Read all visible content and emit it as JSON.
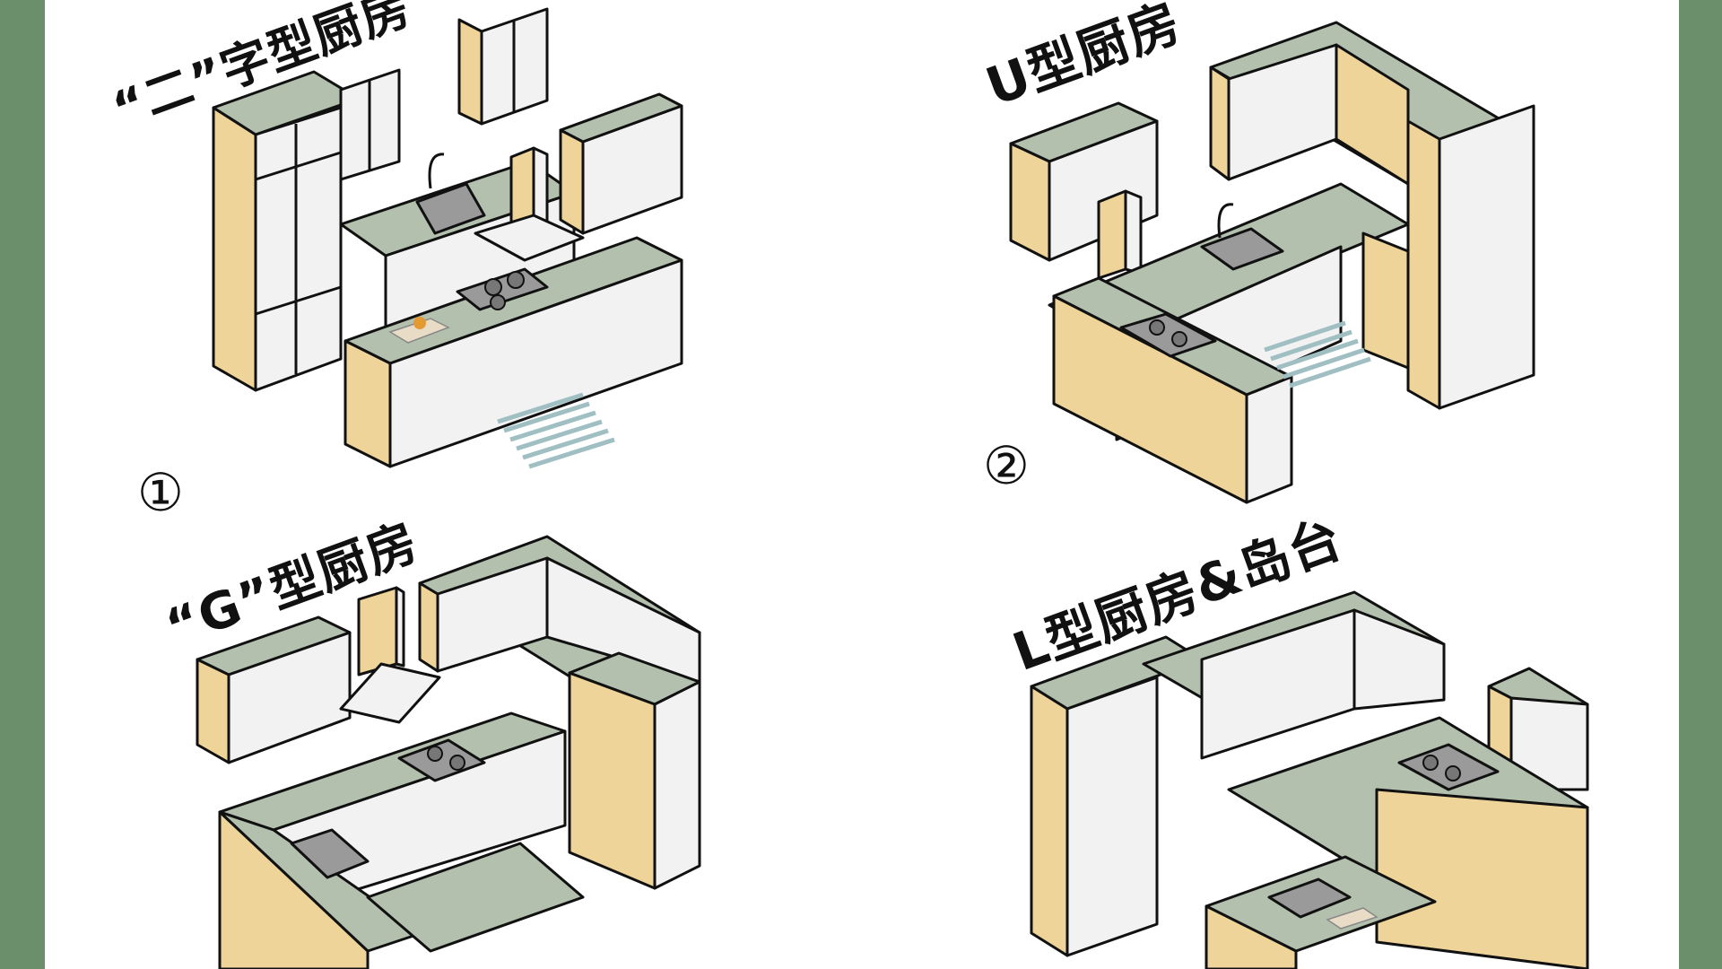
{
  "colors": {
    "frame": "#6b8f6a",
    "countertop": "#b4c0ae",
    "wood_side": "#efd49a",
    "cabinet_front": "#f2f2f2",
    "rug": "#b5cfd1"
  },
  "panels": [
    {
      "title": "“二”字型厨房",
      "number": "①"
    },
    {
      "title": "U型厨房",
      "number": "②"
    },
    {
      "title": "“G”型厨房",
      "number": ""
    },
    {
      "title": "L型厨房&岛台",
      "number": ""
    }
  ]
}
